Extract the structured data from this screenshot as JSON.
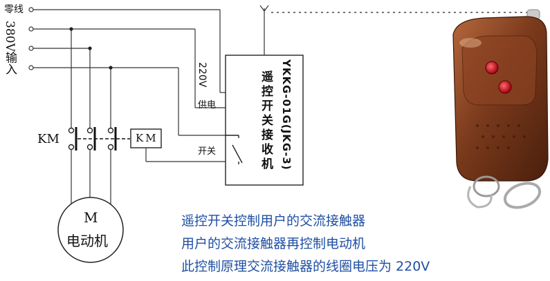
{
  "labels": {
    "neutral_line": "零线",
    "three_phase_input": "380V输入",
    "supply_220v": "220V",
    "supply_label": "供电",
    "switch_label": "开关",
    "contactor_left": "KM",
    "contactor_coil": "KM",
    "motor_letter": "M",
    "motor_name": "电动机"
  },
  "receiver": {
    "model": "YKKG-01G(JKG-3)",
    "name": "遥控开关接收机"
  },
  "captions": [
    "遥控开关控制用户的交流接触器",
    "用户的交流接触器再控制电动机",
    "此控制原理交流接触器的线圈电压为 220V"
  ],
  "colors": {
    "wire": "#333333",
    "caption": "#1f4fa3",
    "remote_body": "#7a3a1c",
    "remote_button": "#c8101e"
  },
  "icons": {
    "remote": "remote-control-fob-icon",
    "antenna": "antenna-icon"
  }
}
